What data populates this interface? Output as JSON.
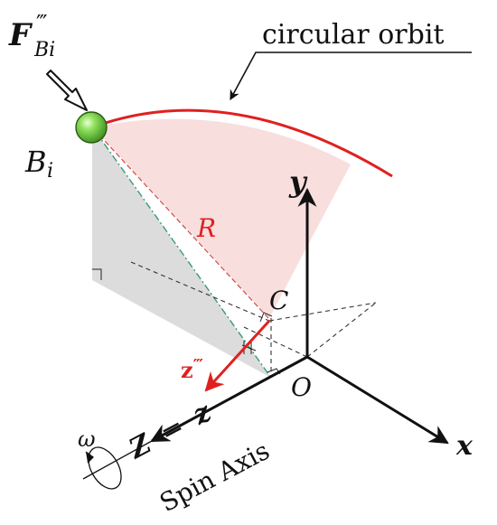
{
  "labels": {
    "orbit": "circular orbit",
    "force_main": "F",
    "force_primes": "‴",
    "force_sub": "Bi",
    "point_b": "B",
    "point_b_sub": "i",
    "radius": "R",
    "center": "C",
    "origin": "O",
    "axis_y": "y",
    "axis_x": "x",
    "axis_z_main": "z",
    "axis_z_primes": "‴",
    "spin_eq_left": "Z",
    "spin_eq_sign": "=",
    "spin_eq_right": "z",
    "spin_axis": "Spin Axis",
    "omega": "ω"
  },
  "colors": {
    "orbit": "#e02020",
    "sector_fill": "#f8d8d8",
    "plane_fill": "#d8d8d8",
    "ball": "#6cc43a",
    "axis": "#111111",
    "green_dash": "#3a9a7a"
  }
}
